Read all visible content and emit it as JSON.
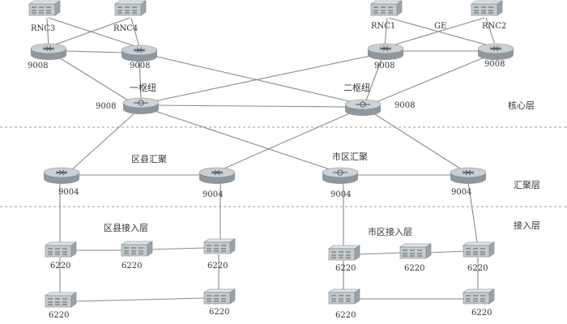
{
  "colors": {
    "link": "#8a8a8a",
    "router_body": "#9aa3a9",
    "router_top": "#c9cfd3",
    "switch_body": "#b8bec2",
    "divider": "#9a9a9a"
  },
  "layers": {
    "core": "核心层",
    "aggregation": "汇聚层",
    "access": "接入层"
  },
  "groups": {
    "hub1": "一枢纽",
    "hub2": "二枢纽",
    "county_agg": "区县汇聚",
    "city_agg": "市区汇聚",
    "county_access": "区县接入层",
    "city_access": "市区接入层",
    "ge": "GE"
  },
  "nodes": {
    "rnc3": "RNC3",
    "rnc4": "RNC4",
    "rnc1": "RNC1",
    "rnc2": "RNC2",
    "r9008_a": "9008",
    "r9008_b": "9008",
    "r9008_c": "9008",
    "r9008_d": "9008",
    "core1": "9008",
    "core2": "9008",
    "agg1": "9004",
    "agg2": "9004",
    "agg3": "9004",
    "agg4": "9004",
    "acc1": "6220",
    "acc2": "6220",
    "acc3": "6220",
    "acc4": "6220",
    "acc5": "6220",
    "acc6": "6220",
    "acc7": "6220",
    "acc8": "6220",
    "acc9": "6220",
    "acc10": "6220"
  }
}
